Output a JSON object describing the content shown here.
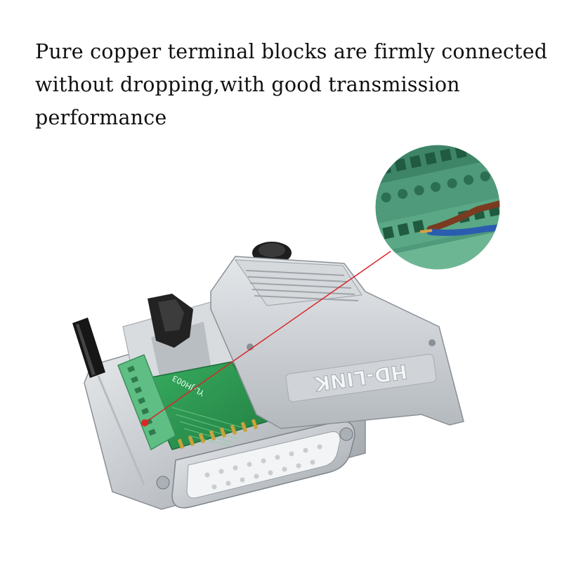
{
  "caption": {
    "text": "Pure copper terminal blocks are firmly connected without dropping,with good transmission performance"
  },
  "product": {
    "brand": "HD-LINK",
    "board_marking": "YL-JH003"
  },
  "colors": {
    "pcb_green": "#2f9e54",
    "terminal_green": "#5fbe83",
    "zoom_green": "#4f9a7a",
    "metal": "#c9cdd1",
    "leader_line": "#d9262a",
    "wire_brown": "#7a3b20",
    "wire_blue": "#2a5db0"
  }
}
